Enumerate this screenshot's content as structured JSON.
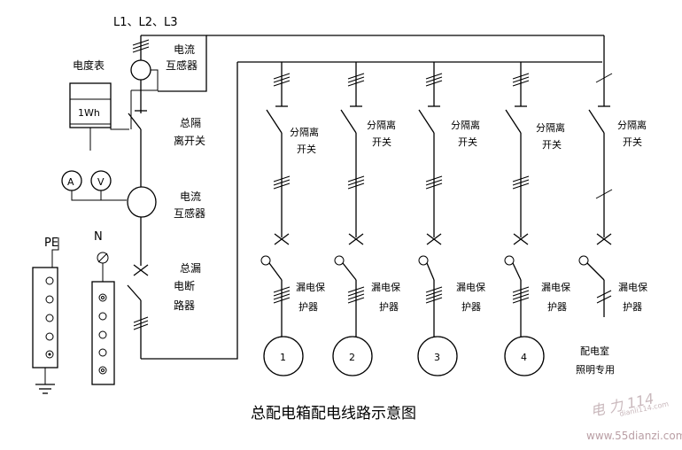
{
  "phases_label": "L1、L2、L3",
  "meter_label": "电度表",
  "meter_reading": "1Wh",
  "main_ct_label": [
    "电流",
    "互感器"
  ],
  "main_isolator_label": [
    "总隔",
    "离开关"
  ],
  "ct2_label": [
    "电流",
    "互感器"
  ],
  "main_rcbo_label": [
    "总漏",
    "电断",
    "路器"
  ],
  "ammeter_symbol": "A",
  "voltmeter_symbol": "V",
  "pe_label": "PE",
  "n_label": "N",
  "branch_isolator_label": [
    "分隔离",
    "开关"
  ],
  "branch_rcd_label": [
    "漏电保",
    "护器"
  ],
  "loads": [
    "1",
    "2",
    "3",
    "4"
  ],
  "room_light_label": [
    "配电室",
    "照明专用"
  ],
  "caption": "总配电箱配电线路示意图",
  "watermark_url": "www.55dianzi.com",
  "watermark_brand": "电 力 114",
  "watermark_small": "dianli114.com"
}
